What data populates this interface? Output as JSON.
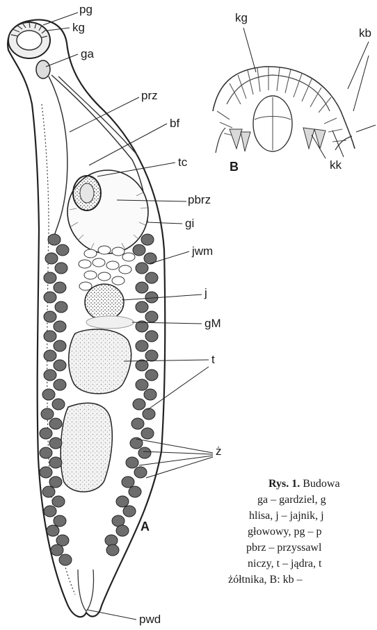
{
  "figure": {
    "panel_a": "A",
    "panel_b": "B",
    "labels_a": {
      "pg": "pg",
      "kg": "kg",
      "ga": "ga",
      "prz": "prz",
      "bf": "bf",
      "tc": "tc",
      "pbrz": "pbrz",
      "gi": "gi",
      "jwm": "jwm",
      "j": "j",
      "gM": "gM",
      "t": "t",
      "z": "ż",
      "pwd": "pwd"
    },
    "labels_b": {
      "kg": "kg",
      "kb": "kb",
      "kk": "kk"
    }
  },
  "caption": {
    "title_bold": "Rys. 1.",
    "lines": [
      "Budowa",
      "ga – gardziel, g",
      "hlisa, j – jajnik, j",
      "głowowy, pg – p",
      "pbrz – przyssawl",
      "niczy, t – jądra, t",
      "żółtnika, B: kb –"
    ]
  }
}
